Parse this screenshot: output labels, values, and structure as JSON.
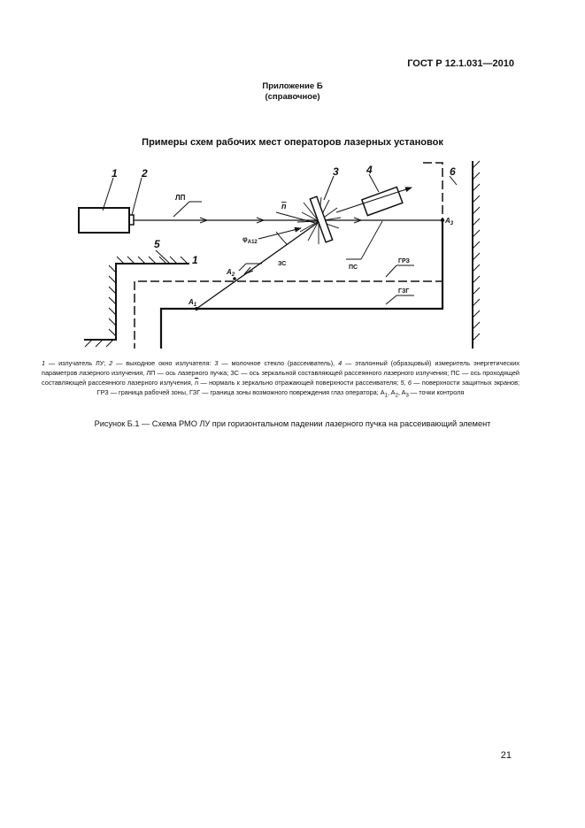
{
  "header": {
    "standard": "ГОСТ Р 12.1.031—2010"
  },
  "annex": {
    "title": "Приложение Б",
    "subtitle": "(справочное)"
  },
  "figure_title": "Примеры схем рабочих мест операторов лазерных установок",
  "diagram": {
    "num_1": "1",
    "num_2": "2",
    "num_3": "3",
    "num_4": "4",
    "num_5": "5",
    "num_6": "6",
    "num_1b": "1",
    "lp": "ЛП",
    "n": "n",
    "phi": "φ",
    "phi_sub": "A12",
    "zs": "ЗС",
    "ps": "ПС",
    "grz": "ГРЗ",
    "gzg": "ГЗГ",
    "a1": "A",
    "a1_sub": "1",
    "a2": "A",
    "a2_sub": "2",
    "a3": "A",
    "a3_sub": "3"
  },
  "legend": {
    "t1": "1",
    "t2": " — излучатель ЛУ; ",
    "t3": "2",
    "t4": " — выходное окно излучателя: ",
    "t5": "3",
    "t6": " —  молочное стекло (рассеиватель), ",
    "t7": "4",
    "t8": " — эталонный (образцовый) измеритель энергетических параметров лазерного излучения, ЛП — ось лазерного пучка; ЗС — ось зеркальной составляющей рассеянного лазерного излучения; ПС — ось проходящей составляющей рассеянного лазерного излучения, ",
    "t9": "n",
    "t10": "  —  нормаль к зеркально отражающей поверхности рассеивателя; ",
    "t11": "5, 6",
    "t12": " — поверхности защитных экранов; ГРЗ — граница рабочей зоны, ГЗГ — граница зоны возможного повреждения глаз оператора; A",
    "s1": "1",
    "t13": ", A",
    "s2": "2",
    "t14": ", A",
    "s3": "3",
    "t15": " — точки контроля"
  },
  "caption": "Рисунок Б.1 — Схема РМО ЛУ при горизонтальном падении лазерного пучка на рассеивающий элемент",
  "page_number": "21"
}
